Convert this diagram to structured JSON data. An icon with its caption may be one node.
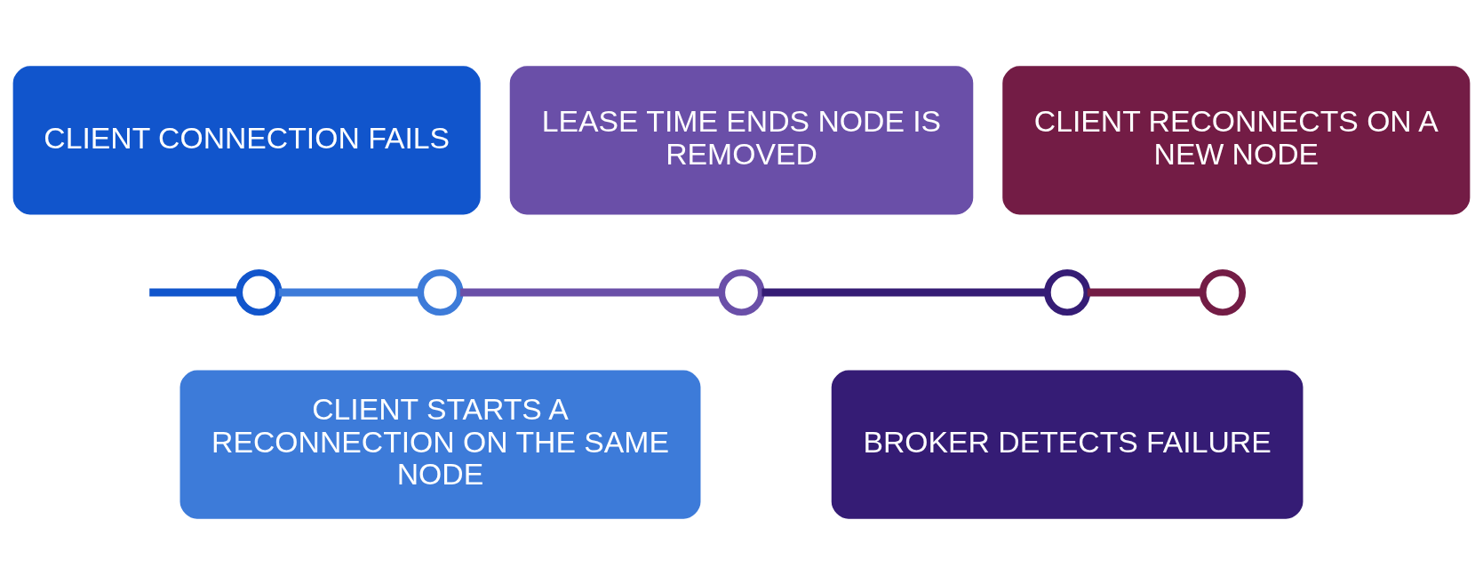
{
  "diagram": {
    "nodes": [
      {
        "text": [
          "CLIENT CONNECTION FAILS"
        ]
      },
      {
        "text": [
          "CLIENT STARTS A RECONNECTION ON THE SAME NODE"
        ]
      },
      {
        "text": [
          "LEASE TIME ENDS NODE IS REMOVED"
        ]
      },
      {
        "text": [
          "BROKER DETECTS FAILURE"
        ]
      },
      {
        "text": [
          "CLIENT RECONNECTS ON A NEW NODE"
        ]
      },
      {
        "text": [],
        "shape": "circle"
      },
      {
        "text": [],
        "shape": "circle"
      },
      {
        "text": [],
        "shape": "circle"
      },
      {
        "text": [],
        "shape": "circle"
      },
      {
        "text": [],
        "shape": "circle"
      }
    ],
    "edges": [
      {
        "from": null,
        "to": 5,
        "arrow": "none",
        "color": "#1155cc"
      },
      {
        "from": 5,
        "to": 6,
        "arrow": "none",
        "color": "#3d7bd9"
      },
      {
        "from": 6,
        "to": 7,
        "arrow": "none",
        "color": "#6a4fa8"
      },
      {
        "from": 7,
        "to": 8,
        "arrow": "none",
        "color": "#351c75"
      },
      {
        "from": 8,
        "to": 9,
        "arrow": "none",
        "color": "#731c45"
      }
    ]
  }
}
